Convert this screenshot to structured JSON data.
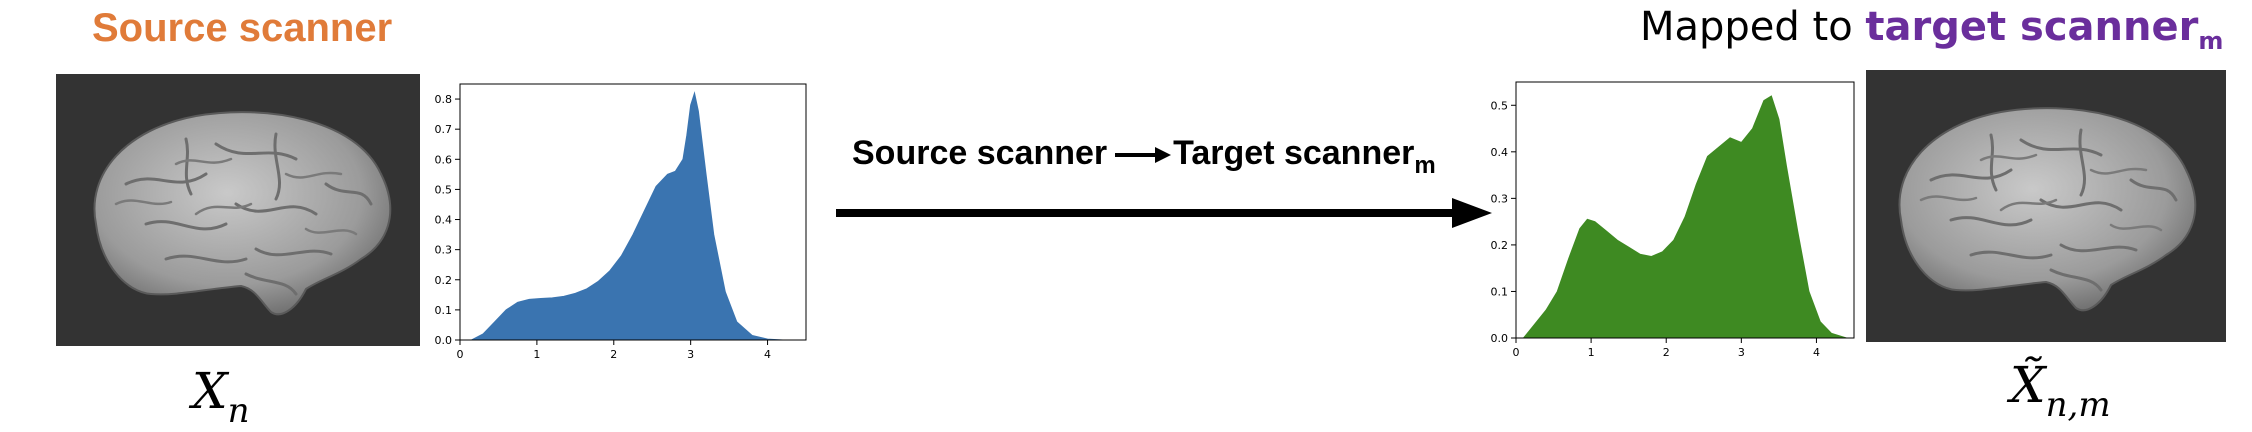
{
  "source_title": "Source scanner",
  "target_title": {
    "prefix": "Mapped to ",
    "emphasis": "target scanner",
    "subscript": "m"
  },
  "mapping_label": {
    "from": "Source scanner",
    "to": "Target scanner",
    "to_subscript": "m"
  },
  "source_symbol": {
    "base": "X",
    "subscript": "n"
  },
  "target_symbol": {
    "base": "X̃",
    "subscript": "n,m"
  },
  "colors": {
    "source_orange": "#E07B39",
    "target_purple": "#6A2E9C",
    "hist_blue": "#3A74B0",
    "hist_green": "#3E8A22",
    "brain_bg": "#333333"
  },
  "chart_data": [
    {
      "type": "area",
      "name_hint": "source histogram",
      "xlim": [
        0,
        4.5
      ],
      "ylim": [
        0,
        0.85
      ],
      "xticks": [
        0,
        1,
        2,
        3,
        4
      ],
      "yticks": [
        0.0,
        0.1,
        0.2,
        0.3,
        0.4,
        0.5,
        0.6,
        0.7,
        0.8
      ],
      "x": [
        0.15,
        0.3,
        0.45,
        0.6,
        0.75,
        0.9,
        1.05,
        1.2,
        1.35,
        1.5,
        1.65,
        1.8,
        1.95,
        2.1,
        2.25,
        2.4,
        2.55,
        2.7,
        2.8,
        2.9,
        2.95,
        3.0,
        3.05,
        3.1,
        3.2,
        3.3,
        3.45,
        3.6,
        3.8,
        4.0,
        4.2
      ],
      "y": [
        0.0,
        0.02,
        0.06,
        0.1,
        0.125,
        0.135,
        0.138,
        0.14,
        0.145,
        0.155,
        0.17,
        0.195,
        0.23,
        0.28,
        0.35,
        0.43,
        0.51,
        0.55,
        0.56,
        0.6,
        0.68,
        0.78,
        0.82,
        0.76,
        0.55,
        0.35,
        0.16,
        0.06,
        0.015,
        0.003,
        0.0
      ]
    },
    {
      "type": "area",
      "name_hint": "mapped histogram",
      "xlim": [
        0,
        4.5
      ],
      "ylim": [
        0,
        0.55
      ],
      "xticks": [
        0,
        1,
        2,
        3,
        4
      ],
      "yticks": [
        0.0,
        0.1,
        0.2,
        0.3,
        0.4,
        0.5
      ],
      "x": [
        0.1,
        0.25,
        0.4,
        0.55,
        0.7,
        0.85,
        0.95,
        1.05,
        1.2,
        1.35,
        1.5,
        1.65,
        1.8,
        1.95,
        2.1,
        2.25,
        2.4,
        2.55,
        2.7,
        2.85,
        3.0,
        3.15,
        3.3,
        3.4,
        3.5,
        3.6,
        3.75,
        3.9,
        4.05,
        4.2,
        4.4
      ],
      "y": [
        0.0,
        0.03,
        0.06,
        0.1,
        0.17,
        0.235,
        0.255,
        0.25,
        0.23,
        0.21,
        0.195,
        0.18,
        0.175,
        0.185,
        0.21,
        0.26,
        0.33,
        0.39,
        0.41,
        0.43,
        0.42,
        0.45,
        0.51,
        0.52,
        0.47,
        0.37,
        0.23,
        0.1,
        0.035,
        0.01,
        0.0
      ]
    }
  ]
}
